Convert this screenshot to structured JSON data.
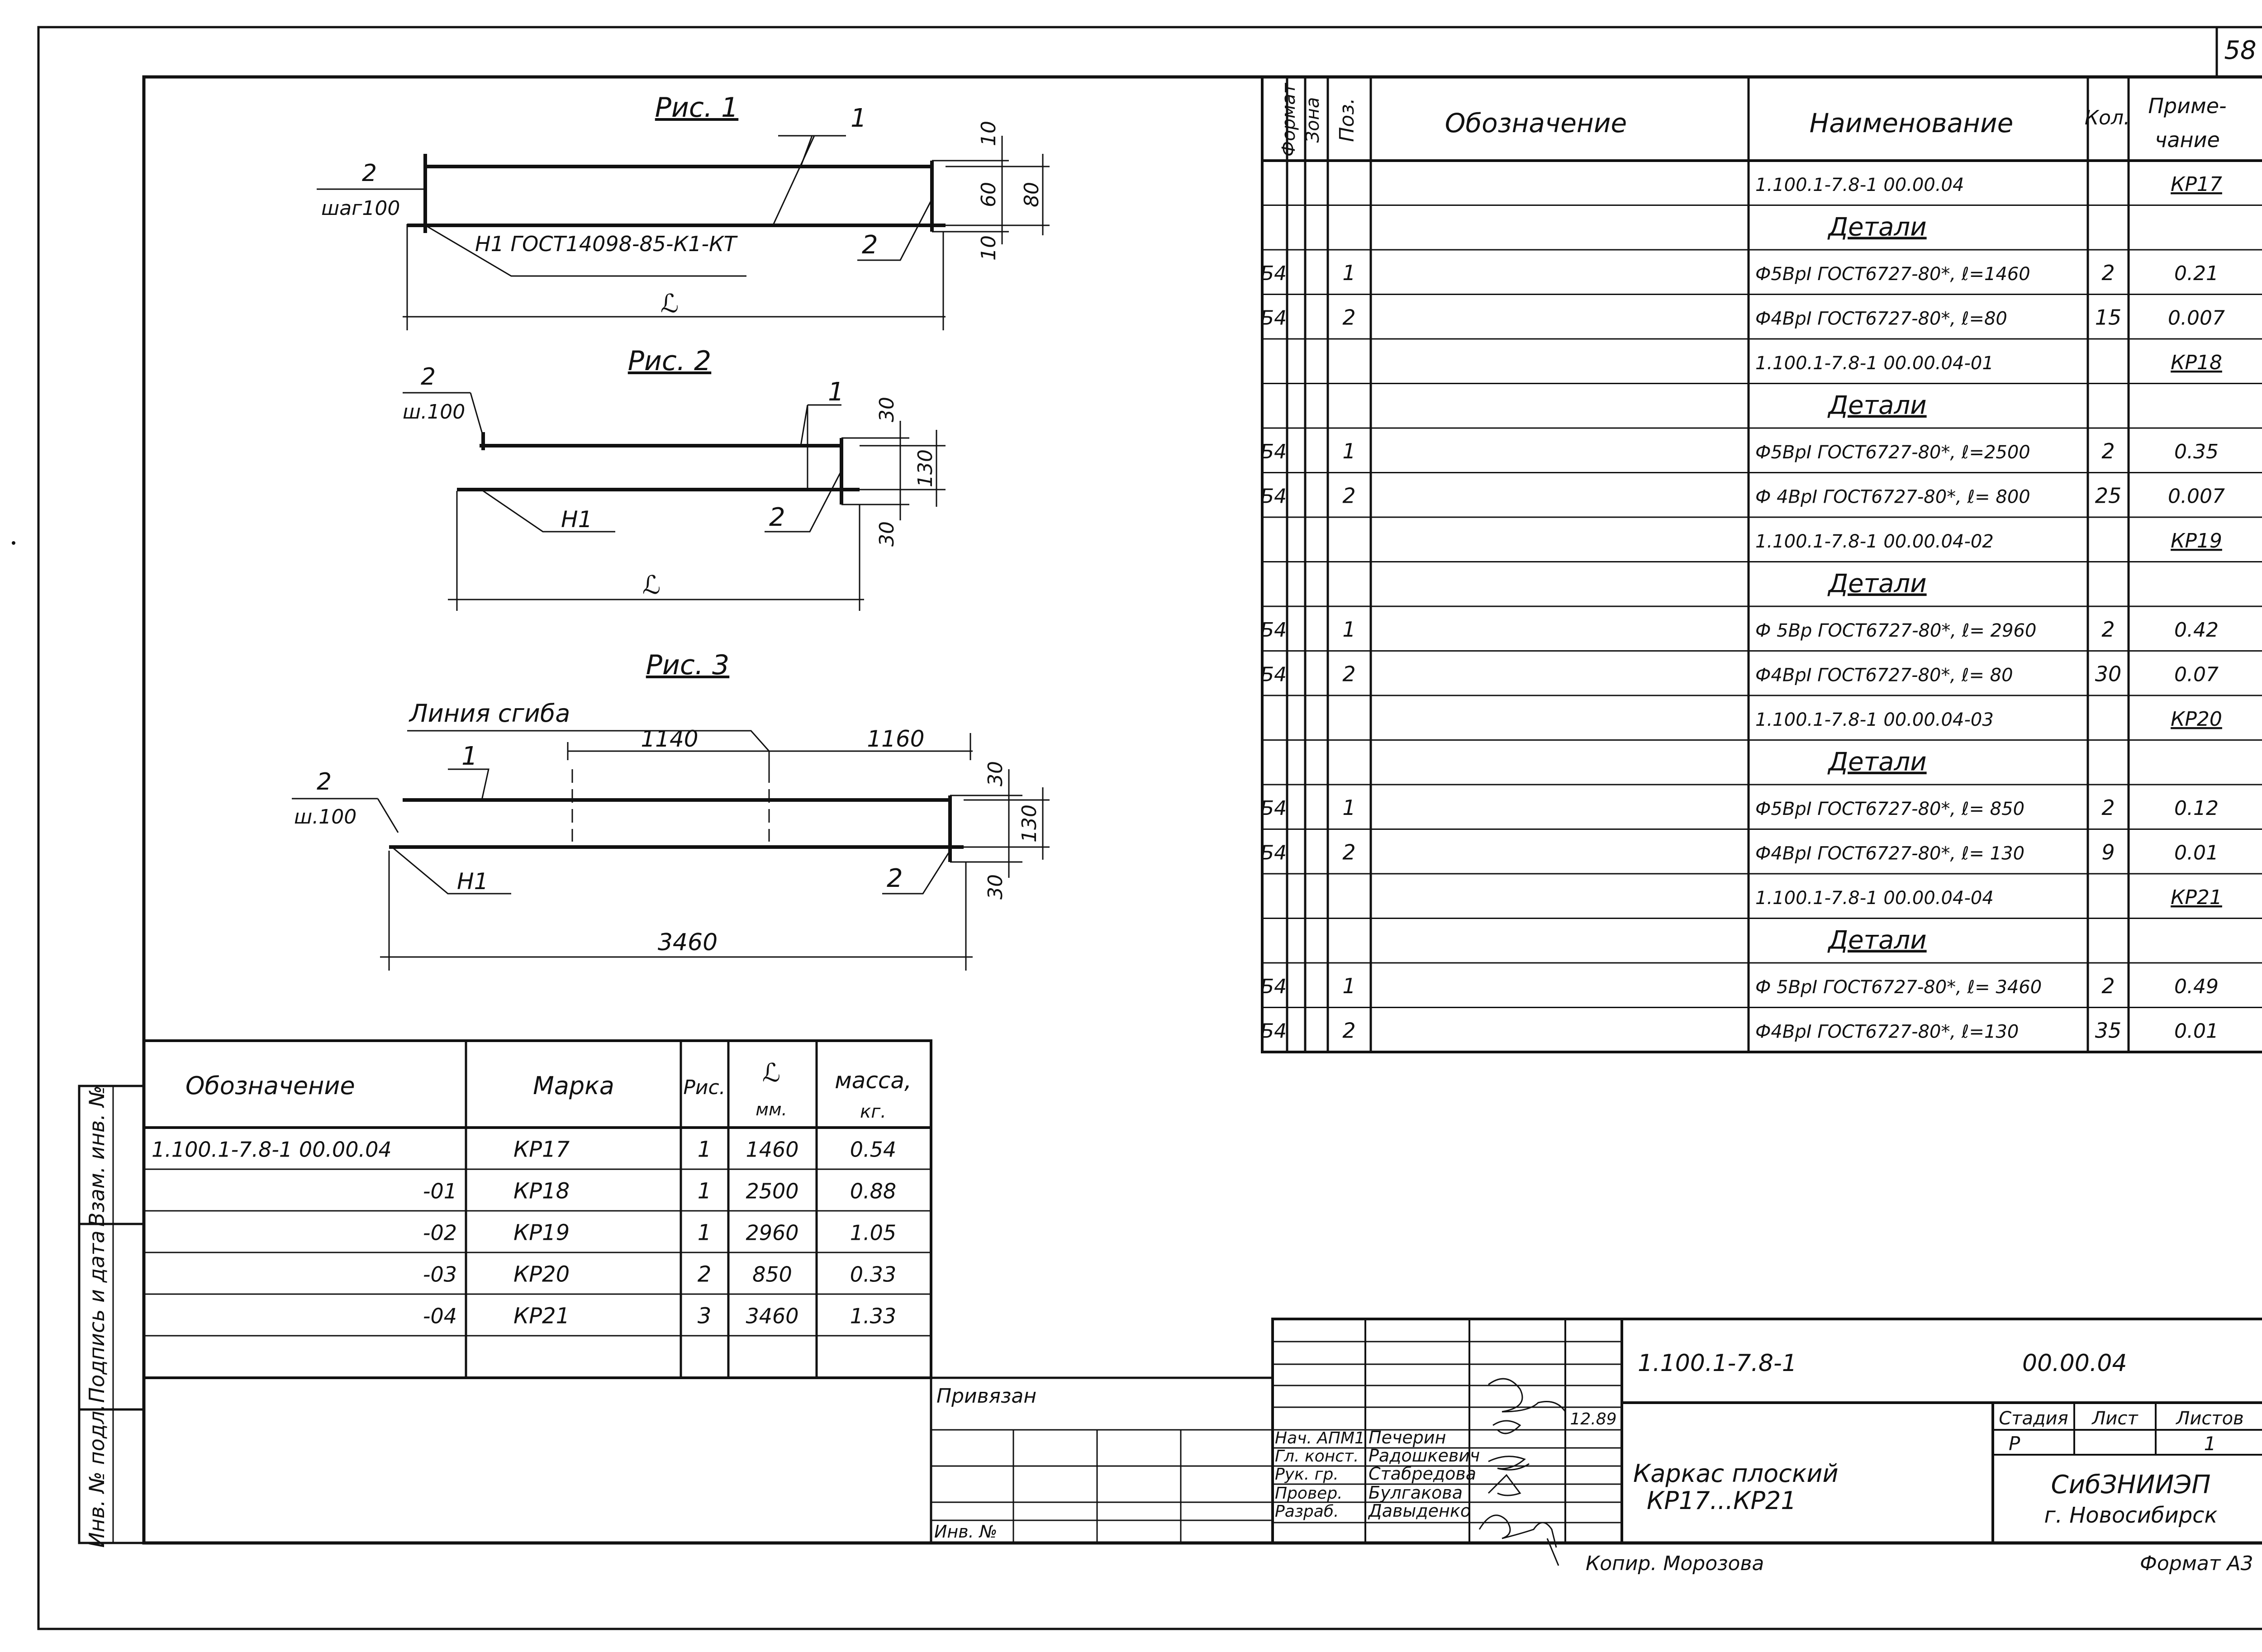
{
  "sheet_number": "58",
  "figures": {
    "fig1": {
      "title": "Рис. 1",
      "callout_1": "1",
      "callout_2_left": "2",
      "step": "шаг100",
      "weld_note": "Н1  ГОСТ14098-85-К1-КТ",
      "callout_2_right": "2",
      "length": "ℒ",
      "dim_top": "10",
      "dim_mid": "60",
      "dim_bottom": "10",
      "dim_total": "80"
    },
    "fig2": {
      "title": "Рис. 2",
      "callout_2_left": "2",
      "step": "ш.100",
      "callout_1": "1",
      "weld_note": "Н1",
      "callout_2_right": "2",
      "length": "ℒ",
      "dim_top": "30",
      "dim_total": "130",
      "dim_bottom": "30"
    },
    "fig3": {
      "title": "Рис. 3",
      "bend_line": "Линия сгиба",
      "callout_1": "1",
      "callout_2_left": "2",
      "step": "ш.100",
      "weld_note": "Н1",
      "callout_2_right": "2",
      "dim_1140": "1140",
      "dim_1160": "1160",
      "length": "3460",
      "dim_top": "30",
      "dim_total": "130",
      "dim_bottom": "30"
    }
  },
  "spec": {
    "headers": {
      "format": "Формат",
      "zone": "Зона",
      "pos": "Поз.",
      "designation": "Обозначение",
      "name": "Наименование",
      "qty": "Кол.",
      "note": "Приме-\nчание"
    },
    "rows": [
      {
        "format": "",
        "pos": "",
        "name": "1.100.1-7.8-1   00.00.04",
        "qty": "",
        "note": "КР17",
        "u": false
      },
      {
        "format": "",
        "pos": "",
        "name": "Детали",
        "qty": "",
        "note": "",
        "u": true
      },
      {
        "format": "Б4",
        "pos": "1",
        "name": "Ф5ВрI ГОСТ6727-80*, ℓ=1460",
        "qty": "2",
        "note": "0.21",
        "u": false
      },
      {
        "format": "Б4",
        "pos": "2",
        "name": "Ф4ВрI ГОСТ6727-80*, ℓ=80",
        "qty": "15",
        "note": "0.007",
        "u": false
      },
      {
        "format": "",
        "pos": "",
        "name": "1.100.1-7.8-1  00.00.04-01",
        "qty": "",
        "note": "КР18",
        "u": false
      },
      {
        "format": "",
        "pos": "",
        "name": "Детали",
        "qty": "",
        "note": "",
        "u": true
      },
      {
        "format": "Б4",
        "pos": "1",
        "name": "Ф5ВрI ГОСТ6727-80*, ℓ=2500",
        "qty": "2",
        "note": "0.35",
        "u": false
      },
      {
        "format": "Б4",
        "pos": "2",
        "name": "Ф 4ВрI ГОСТ6727-80*, ℓ= 800",
        "qty": "25",
        "note": "0.007",
        "u": false
      },
      {
        "format": "",
        "pos": "",
        "name": "1.100.1-7.8-1  00.00.04-02",
        "qty": "",
        "note": "КР19",
        "u": false
      },
      {
        "format": "",
        "pos": "",
        "name": "Детали",
        "qty": "",
        "note": "",
        "u": true
      },
      {
        "format": "Б4",
        "pos": "1",
        "name": "Ф 5Вр ГОСТ6727-80*, ℓ= 2960",
        "qty": "2",
        "note": "0.42",
        "u": false
      },
      {
        "format": "Б4",
        "pos": "2",
        "name": "Ф4ВрI ГОСТ6727-80*, ℓ= 80",
        "qty": "30",
        "note": "0.07",
        "u": false
      },
      {
        "format": "",
        "pos": "",
        "name": "1.100.1-7.8-1  00.00.04-03",
        "qty": "",
        "note": "КР20",
        "u": false
      },
      {
        "format": "",
        "pos": "",
        "name": "Детали",
        "qty": "",
        "note": "",
        "u": true
      },
      {
        "format": "Б4",
        "pos": "1",
        "name": "Ф5ВрI ГОСТ6727-80*, ℓ= 850",
        "qty": "2",
        "note": "0.12",
        "u": false
      },
      {
        "format": "Б4",
        "pos": "2",
        "name": "Ф4ВрI ГОСТ6727-80*, ℓ= 130",
        "qty": "9",
        "note": "0.01",
        "u": false
      },
      {
        "format": "",
        "pos": "",
        "name": "1.100.1-7.8-1   00.00.04-04",
        "qty": "",
        "note": "КР21",
        "u": false
      },
      {
        "format": "",
        "pos": "",
        "name": "Детали",
        "qty": "",
        "note": "",
        "u": true
      },
      {
        "format": "Б4",
        "pos": "1",
        "name": "Ф 5ВрI ГОСТ6727-80*, ℓ= 3460",
        "qty": "2",
        "note": "0.49",
        "u": false
      },
      {
        "format": "Б4",
        "pos": "2",
        "name": "Ф4ВрI ГОСТ6727-80*, ℓ=130",
        "qty": "35",
        "note": "0.01",
        "u": false
      }
    ]
  },
  "marks": {
    "headers": {
      "designation": "Обозначение",
      "mark": "Марка",
      "fig": "Рис.",
      "length": "ℒ",
      "length_unit": "мм.",
      "mass": "масса,",
      "mass_unit": "кг."
    },
    "rows": [
      {
        "designation": "1.100.1-7.8-1   00.00.04",
        "mark": "КР17",
        "fig": "1",
        "length": "1460",
        "mass": "0.54"
      },
      {
        "designation": "-01",
        "mark": "КР18",
        "fig": "1",
        "length": "2500",
        "mass": "0.88"
      },
      {
        "designation": "-02",
        "mark": "КР19",
        "fig": "1",
        "length": "2960",
        "mass": "1.05"
      },
      {
        "designation": "-03",
        "mark": "КР20",
        "fig": "2",
        "length": "850",
        "mass": "0.33"
      },
      {
        "designation": "-04",
        "mark": "КР21",
        "fig": "3",
        "length": "3460",
        "mass": "1.33"
      }
    ]
  },
  "side_stamps": [
    "Взам. инв. №",
    "Подпись и дата",
    "Инв. № подл."
  ],
  "bound_to": {
    "label": "Привязан",
    "inv": "Инв. №"
  },
  "title_block": {
    "designation": "1.100.1-7.8-1",
    "designation_suffix": "00.00.04",
    "title_line1": "Каркас  плоский",
    "title_line2": "КР17...КР21",
    "stage_label": "Стадия",
    "sheet_label": "Лист",
    "sheets_label": "Листов",
    "stage": "Р",
    "sheet": "",
    "sheets": "1",
    "org_line1": "СибЗНИИЭП",
    "org_line2": "г. Новосибирск",
    "date": "12.89",
    "roles": [
      {
        "role": "Нач. АПМ1",
        "name": "Печерин"
      },
      {
        "role": "Гл. конст.",
        "name": "Радошкевич"
      },
      {
        "role": "Рук. гр.",
        "name": "Стабредова"
      },
      {
        "role": "Провер.",
        "name": "Булгакова"
      },
      {
        "role": "Разраб.",
        "name": "Давыденко"
      }
    ],
    "copied_by": "Копир. Морозова",
    "format": "Формат А3"
  }
}
